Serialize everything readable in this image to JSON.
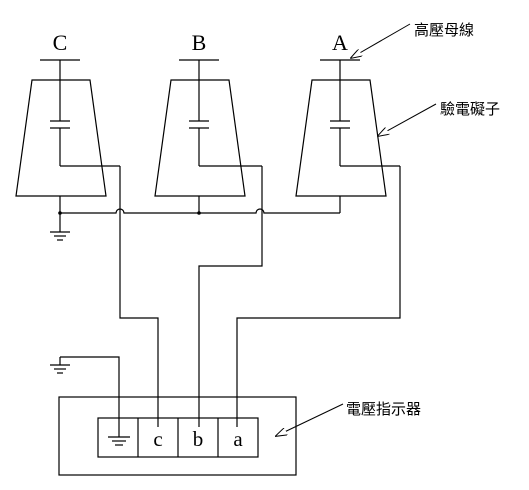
{
  "phases": [
    {
      "id": "C",
      "label": "C"
    },
    {
      "id": "B",
      "label": "B"
    },
    {
      "id": "A",
      "label": "A"
    }
  ],
  "annotations": {
    "busbar": "高壓母線",
    "insulator": "驗電礙子",
    "indicator": "電壓指示器"
  },
  "indicator_terminals": {
    "ground": "⏚",
    "c": "c",
    "b": "b",
    "a": "a"
  }
}
